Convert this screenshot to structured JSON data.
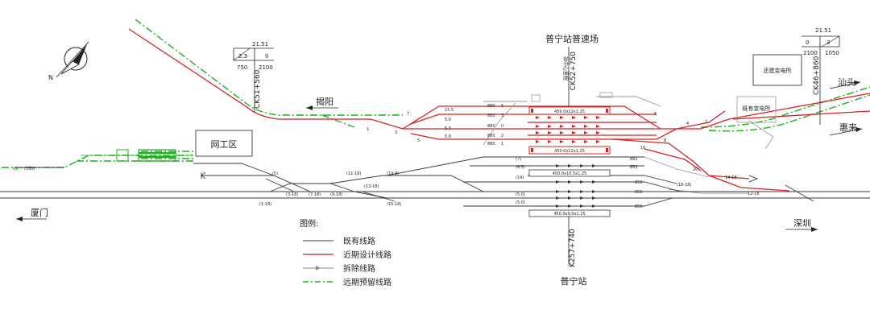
{
  "diagram": {
    "station_title": "普宁站普速场",
    "station_name": "普宁站",
    "depot": "网工区",
    "substation_existing": "既有变电所",
    "substation_relocated": "还建变电所",
    "center_note": "站中心里程",
    "center_chainage": "CK52+750",
    "chainage_left": "CK51+560",
    "chainage_right": "CK46+860",
    "chainage_bottom": "K257+740"
  },
  "directions": {
    "jieyang": "揭阳",
    "shantou": "汕头",
    "huilai": "惠来",
    "xiamen": "厦门",
    "shenzhen": "深圳"
  },
  "left_table": {
    "r1": "21.51",
    "r2a": "2.3",
    "r2b": "0",
    "r3a": "750",
    "r3b": "2100"
  },
  "right_table": {
    "r1": "21.51",
    "r2a": "0",
    "r2b": "3",
    "r3a": "2100",
    "r3b": "1050"
  },
  "platforms": {
    "p1": "450.0x12x1.25",
    "p2": "450.0x12x1.25",
    "p3": "450.0x10.5x1.25",
    "p4": "450.0x9.0x1.25"
  },
  "tracks_upper": [
    {
      "spacing": "15.5",
      "len": "880",
      "no": "5"
    },
    {
      "spacing": "5.0",
      "len": "880",
      "no": "3"
    },
    {
      "spacing": "5.3",
      "len": "880",
      "no": "II"
    },
    {
      "spacing": "5.0",
      "len": "880",
      "no": "2"
    },
    {
      "spacing": "",
      "len": "880",
      "no": "1"
    }
  ],
  "tracks_lower": [
    {
      "spacing": "(7)",
      "len": "881"
    },
    {
      "spacing": "(6.5)",
      "len": "851"
    },
    {
      "spacing": "(14)",
      "len": "850"
    },
    {
      "spacing": "(5.0)",
      "len": "850"
    },
    {
      "spacing": "(5.0)",
      "len": "850"
    }
  ],
  "switch_labels": {
    "s7": "7",
    "s1": "1",
    "s3": "3",
    "s5": "5",
    "s6": "6",
    "s4": "4",
    "s2": "2",
    "s8": "8",
    "s10": "10",
    "s20": "20",
    "s5p": "(5)",
    "s11_18": "(11-18)",
    "s19_9": "(19-9)",
    "s3_18": "(3-18)",
    "s7_18": "(7-18)",
    "s9_18": "(9-18)",
    "s13_18": "(13-18)",
    "s1_18": "(1-18)",
    "s15_18": "(15-18)",
    "s18_18": "(18-18)",
    "s14_18": "14-18",
    "s12_18": "12-18",
    "s350": "(350)",
    "s8p": "(8)"
  },
  "legend": {
    "title": "图例:",
    "items": [
      {
        "label": "既有线路",
        "color": "#3a3a3a",
        "style": "solid"
      },
      {
        "label": "近期设计线路",
        "color": "#d42222",
        "style": "solid"
      },
      {
        "label": "拆除线路",
        "color": "#8a8a8a",
        "style": "arrow"
      },
      {
        "label": "远期预留线路",
        "color": "#19b019",
        "style": "dashed"
      }
    ]
  },
  "colors": {
    "existing": "#3a3a3a",
    "planned": "#d42222",
    "demolish": "#8a8a8a",
    "reserved": "#19b019"
  }
}
